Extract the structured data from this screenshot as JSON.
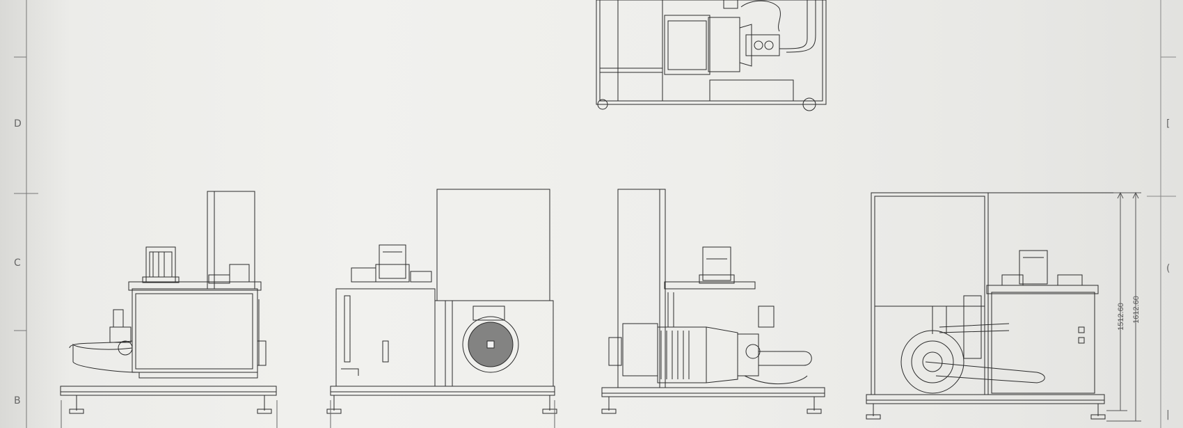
{
  "drawing": {
    "border_marks": [
      "D",
      "C",
      "B"
    ],
    "right_marks": [
      "[",
      "(",
      "|"
    ],
    "dimensions": {
      "height_inner": "1512.60",
      "height_outer": "1612.60"
    }
  }
}
